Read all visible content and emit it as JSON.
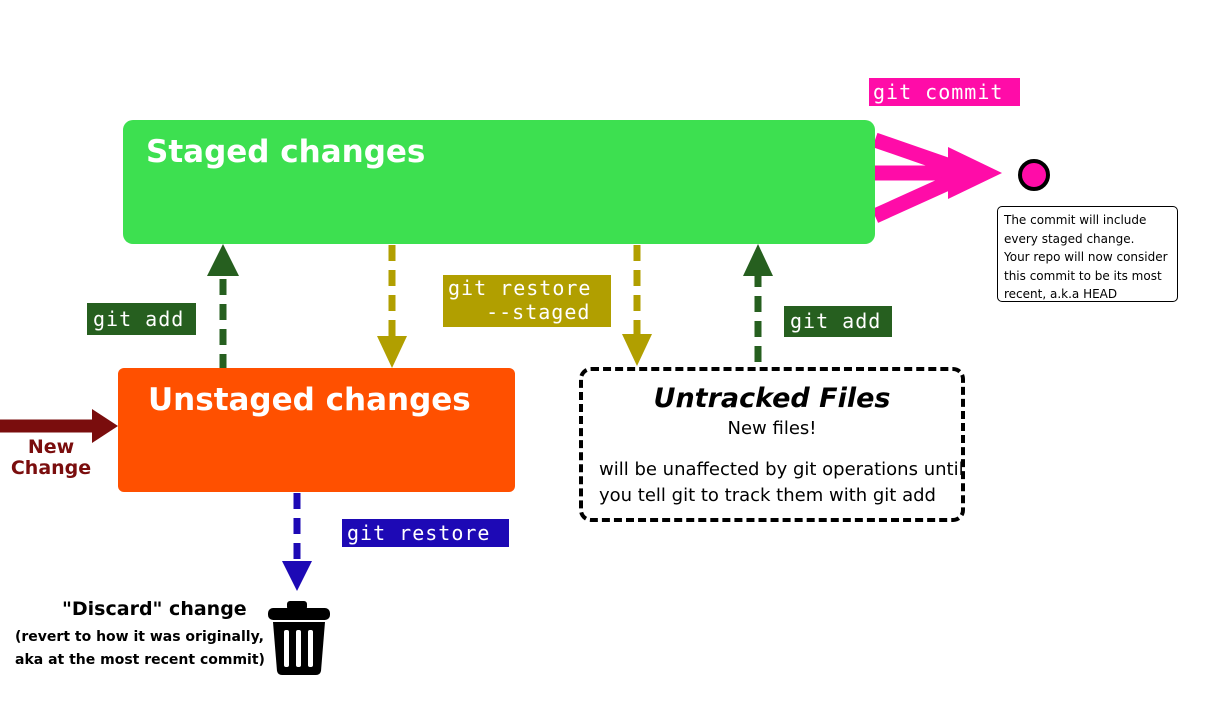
{
  "boxes": {
    "staged": {
      "title": "Staged changes",
      "color": "#3de050"
    },
    "unstaged": {
      "title": "Unstaged changes",
      "color": "#ff5000"
    },
    "untracked": {
      "title": "Untracked Files",
      "subtitle": "New files!",
      "description_line1": "will be unaffected by git operations until",
      "description_line2": "you tell git to track them with git add"
    }
  },
  "commands": {
    "git_add_left": "git add",
    "git_restore_staged_line1": "git restore",
    "git_restore_staged_line2": "  --staged",
    "git_add_right": "git add",
    "git_commit": "git commit",
    "git_restore": "git restore"
  },
  "commit_note": {
    "line1": "The commit will include",
    "line2": "every staged change.",
    "line3": "Your repo will now consider",
    "line4": "this commit to be its most",
    "line5": "recent, a.k.a HEAD"
  },
  "new_change": {
    "line1": "New",
    "line2": "Change"
  },
  "discard": {
    "title": "\"Discard\" change",
    "line1": "(revert to how it was originally,",
    "line2": "aka at the most recent commit)"
  },
  "icons": {
    "trash": "trash-icon",
    "head_commit": "commit-dot-icon"
  },
  "colors": {
    "staged_green": "#3de050",
    "unstaged_orange": "#ff5000",
    "git_add_dark_green": "#265f1f",
    "restore_staged_olive": "#b19f00",
    "commit_magenta": "#ff0ca8",
    "restore_blue": "#1d09b5",
    "new_change_maroon": "#7a0d0d"
  }
}
